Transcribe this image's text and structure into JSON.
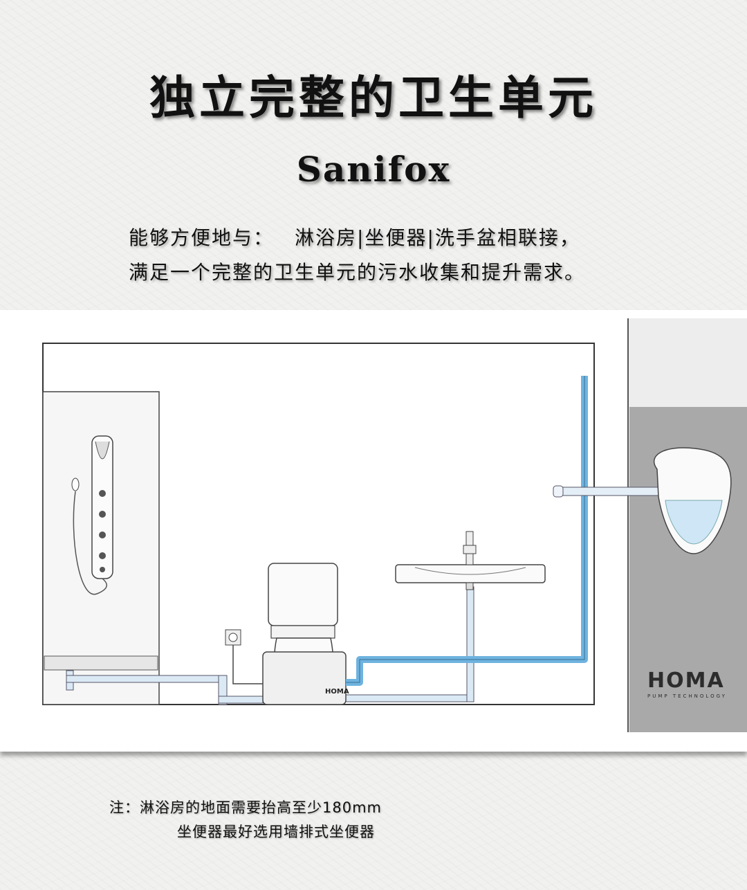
{
  "header": {
    "title": "独立完整的卫生单元",
    "brand": "Sanifox"
  },
  "description": {
    "line1_prefix": "能够方便地与：",
    "line1_items": "淋浴房|坐便器|洗手盆相联接，",
    "line2": "满足一个完整的卫生单元的污水收集和提升需求。"
  },
  "diagram": {
    "logo_name": "HOMA",
    "logo_tagline": "PUMP TECHNOLOGY",
    "pump_label": "HOMA",
    "colors": {
      "pressure_pipe": "#6fb3df",
      "drain_pipe": "#dbe9f5",
      "grey_wall": "#a9a9a9",
      "water": "#cfe6f7"
    }
  },
  "notes": {
    "line1": "注：淋浴房的地面需要抬高至少180mm",
    "line2": "坐便器最好选用墙排式坐便器"
  }
}
